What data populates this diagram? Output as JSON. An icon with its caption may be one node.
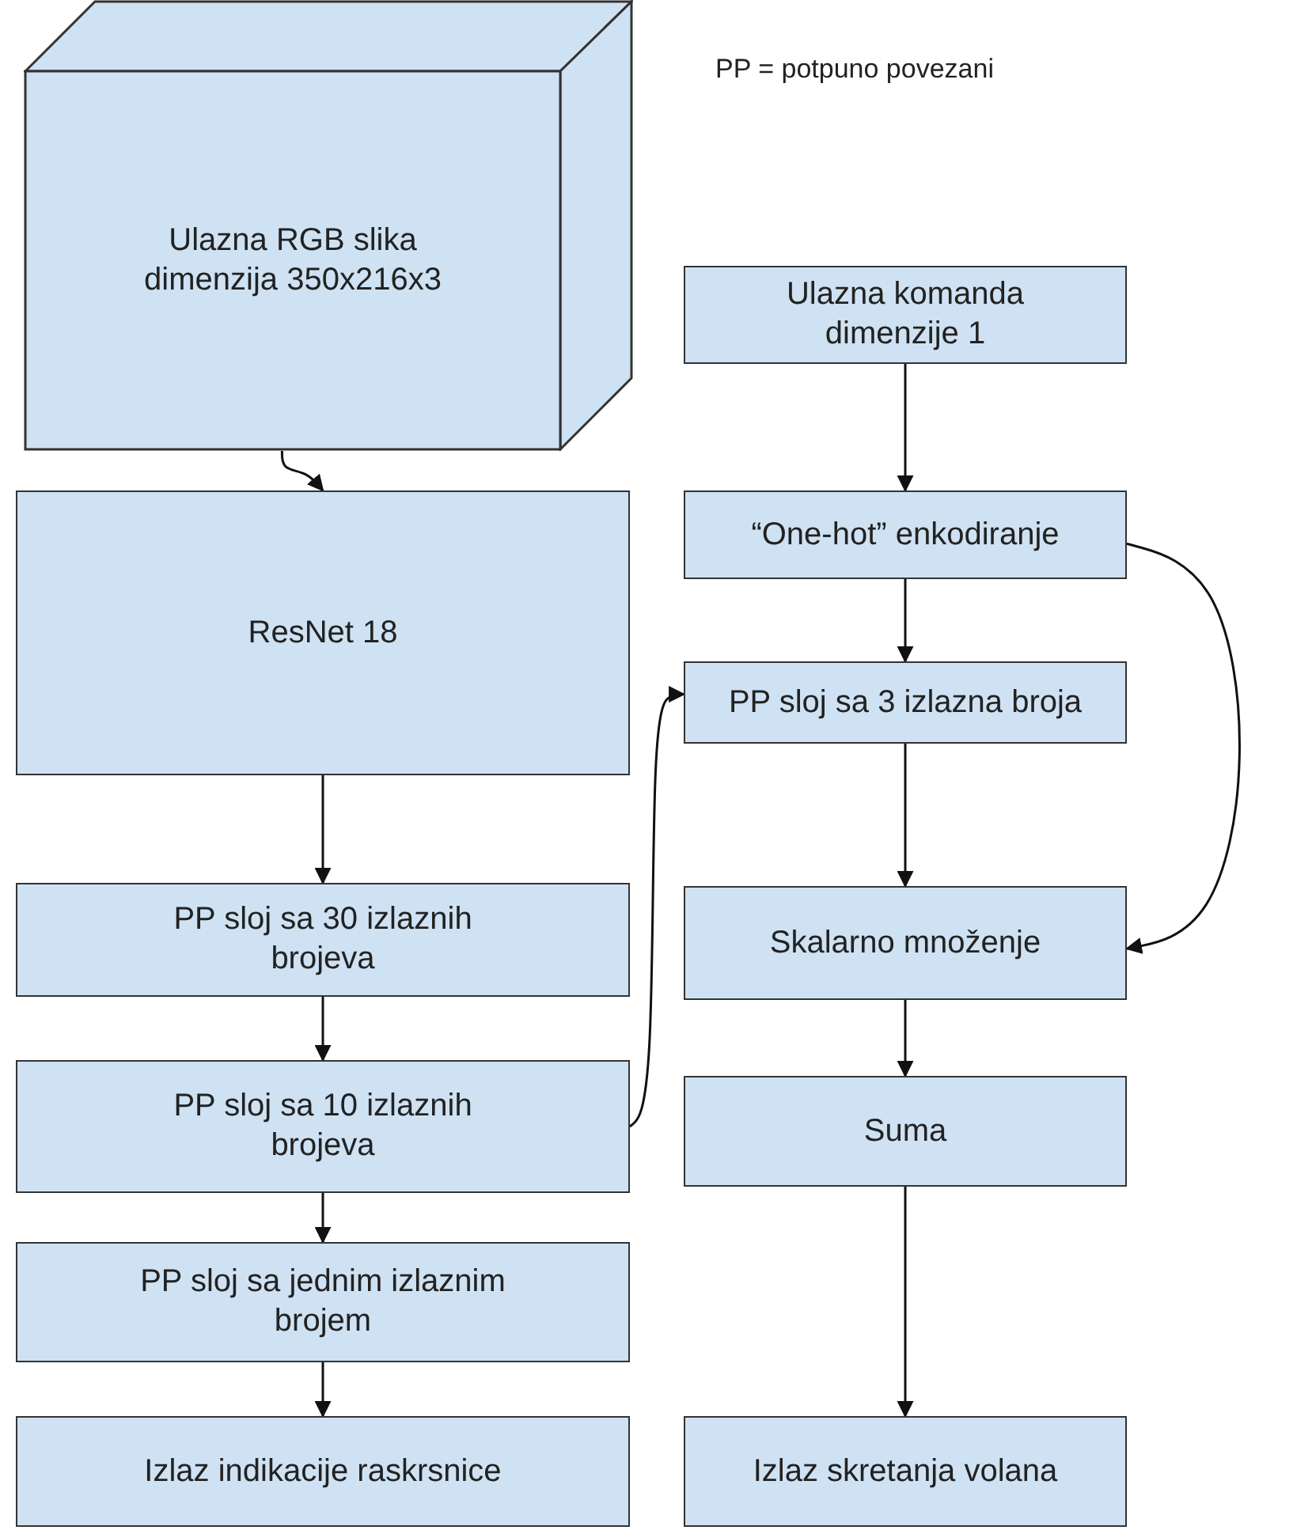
{
  "diagram": {
    "nodes": [
      {
        "text": [
          "Ulazna RGB slika dimenzija 350x216x3"
        ]
      },
      {
        "text": [
          "Ulazna komanda dimenzije 1"
        ]
      },
      {
        "text": [
          "ResNet 18"
        ]
      },
      {
        "text": [
          "“One-hot” enkodiranje"
        ]
      },
      {
        "text": [
          "PP sloj sa 3 izlazna broja"
        ]
      },
      {
        "text": [
          "PP sloj sa 30 izlaznih brojeva"
        ]
      },
      {
        "text": [
          "Skalarno množenje"
        ]
      },
      {
        "text": [
          "PP sloj sa 10 izlaznih brojeva"
        ]
      },
      {
        "text": [
          "Suma"
        ]
      },
      {
        "text": [
          "PP sloj sa jednim izlaznim brojem"
        ]
      },
      {
        "text": [
          "Izlaz indikacije raskrsnice"
        ]
      },
      {
        "text": [
          "Izlaz skretanja volana"
        ]
      }
    ],
    "edges": [
      {
        "from": 0,
        "to": 2,
        "arrow": "to"
      },
      {
        "from": 2,
        "to": 5,
        "arrow": "to"
      },
      {
        "from": 5,
        "to": 7,
        "arrow": "to"
      },
      {
        "from": 7,
        "to": 9,
        "arrow": "to"
      },
      {
        "from": 9,
        "to": 10,
        "arrow": "to"
      },
      {
        "from": 1,
        "to": 3,
        "arrow": "to"
      },
      {
        "from": 3,
        "to": 4,
        "arrow": "to"
      },
      {
        "from": 4,
        "to": 6,
        "arrow": "to"
      },
      {
        "from": 3,
        "to": 6,
        "arrow": "to"
      },
      {
        "from": 7,
        "to": 4,
        "arrow": "to"
      },
      {
        "from": 6,
        "to": 8,
        "arrow": "to"
      },
      {
        "from": 8,
        "to": 11,
        "arrow": "to"
      }
    ],
    "labels": [
      "PP = potpuno povezani"
    ]
  }
}
